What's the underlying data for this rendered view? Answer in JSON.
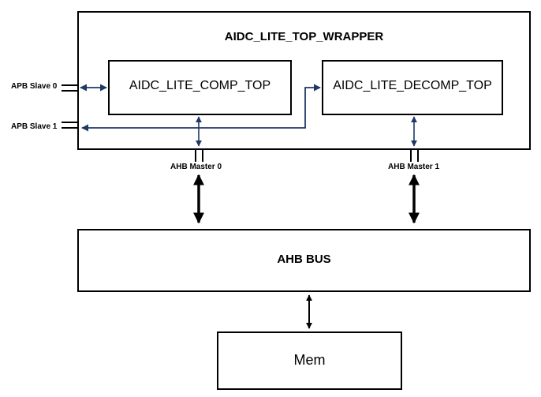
{
  "wrapper": {
    "title": "AIDC_LITE_TOP_WRAPPER"
  },
  "comp_block": {
    "label": "AIDC_LITE_COMP_TOP"
  },
  "decomp_block": {
    "label": "AIDC_LITE_DECOMP_TOP"
  },
  "ports": {
    "apb_slave_0": "APB Slave 0",
    "apb_slave_1": "APB Slave 1",
    "ahb_master_0": "AHB Master 0",
    "ahb_master_1": "AHB Master 1"
  },
  "bus": {
    "label": "AHB BUS"
  },
  "memory": {
    "label": "Mem"
  },
  "colors": {
    "apb_arrow": "#1f3864",
    "ahb_arrow": "#000000",
    "border": "#000000"
  }
}
